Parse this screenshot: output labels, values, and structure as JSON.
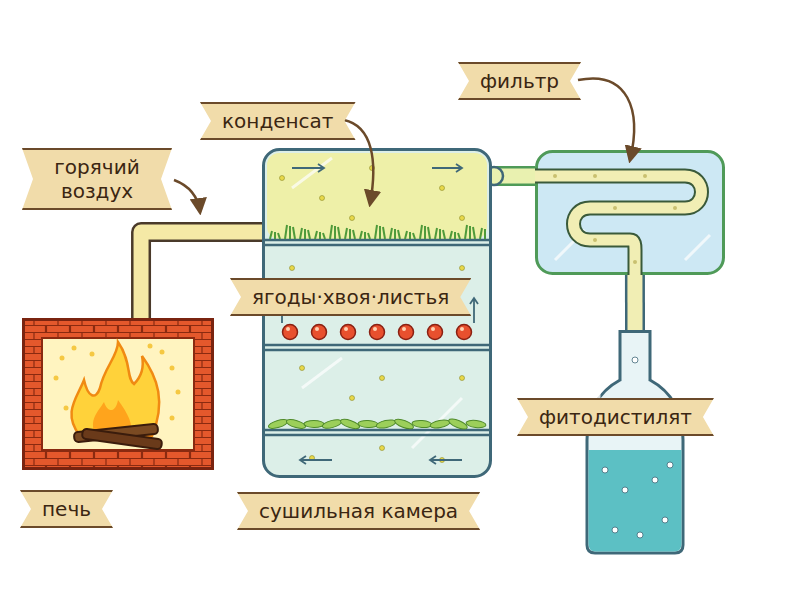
{
  "diagram": {
    "nodes": [
      {
        "text": [
          "печь"
        ]
      },
      {
        "text": [
          "ягоды·хвоя·листья",
          "сушильная камера"
        ]
      },
      {
        "text": [
          "фильтр"
        ]
      },
      {
        "text": [
          "фитодистилят"
        ]
      }
    ],
    "edges": [
      {
        "from": 0,
        "to": 1,
        "arrow": "none",
        "label": "горячий воздух"
      },
      {
        "from": 1,
        "to": 2,
        "arrow": "none"
      },
      {
        "from": 2,
        "to": 3,
        "arrow": "none"
      }
    ],
    "labels": [
      "конденсат"
    ]
  }
}
